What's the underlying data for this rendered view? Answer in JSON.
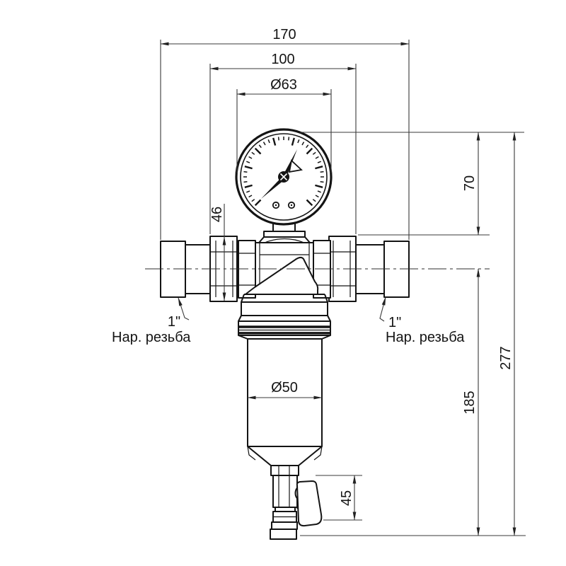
{
  "drawing": {
    "dimensions": {
      "total_width": "170",
      "union_width": "100",
      "gauge_diameter": "Ø63",
      "nut_height": "46",
      "gauge_offset": "70",
      "total_height": "277",
      "lower_height": "185",
      "bowl_diameter": "Ø50",
      "drain_height": "45"
    },
    "annotations": {
      "left_thread_size": "1\"",
      "left_thread_note": "Нар. резьба",
      "right_thread_size": "1\"",
      "right_thread_note": "Нар. резьба"
    },
    "colors": {
      "object_line": "#141414",
      "dimension_line": "#3a3a3a",
      "background": "#ffffff",
      "thread_hatch": "#777777"
    }
  }
}
